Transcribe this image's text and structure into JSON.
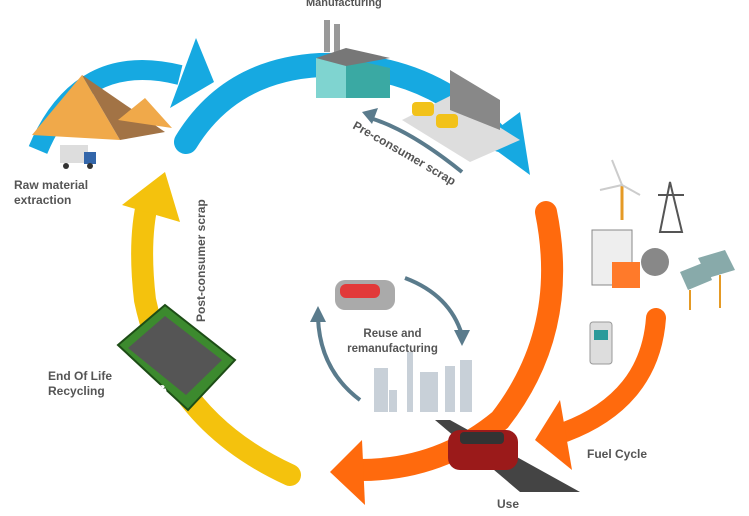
{
  "labels": {
    "manufacturing": "Manufacturing",
    "raw_material": "Raw material extraction",
    "pre_consumer": "Pre-consumer scrap",
    "post_consumer": "Post-consumer scrap",
    "reuse": "Reuse and remanufacturing",
    "end_of_life": "End Of Life Recycling",
    "fuel_cycle": "Fuel Cycle",
    "use": "Use"
  },
  "colors": {
    "blue": "#16a9e1",
    "orange": "#ff6a0d",
    "yellow": "#f4c20d",
    "scrap_arrow": "#5a7b8c",
    "text": "#555555"
  }
}
